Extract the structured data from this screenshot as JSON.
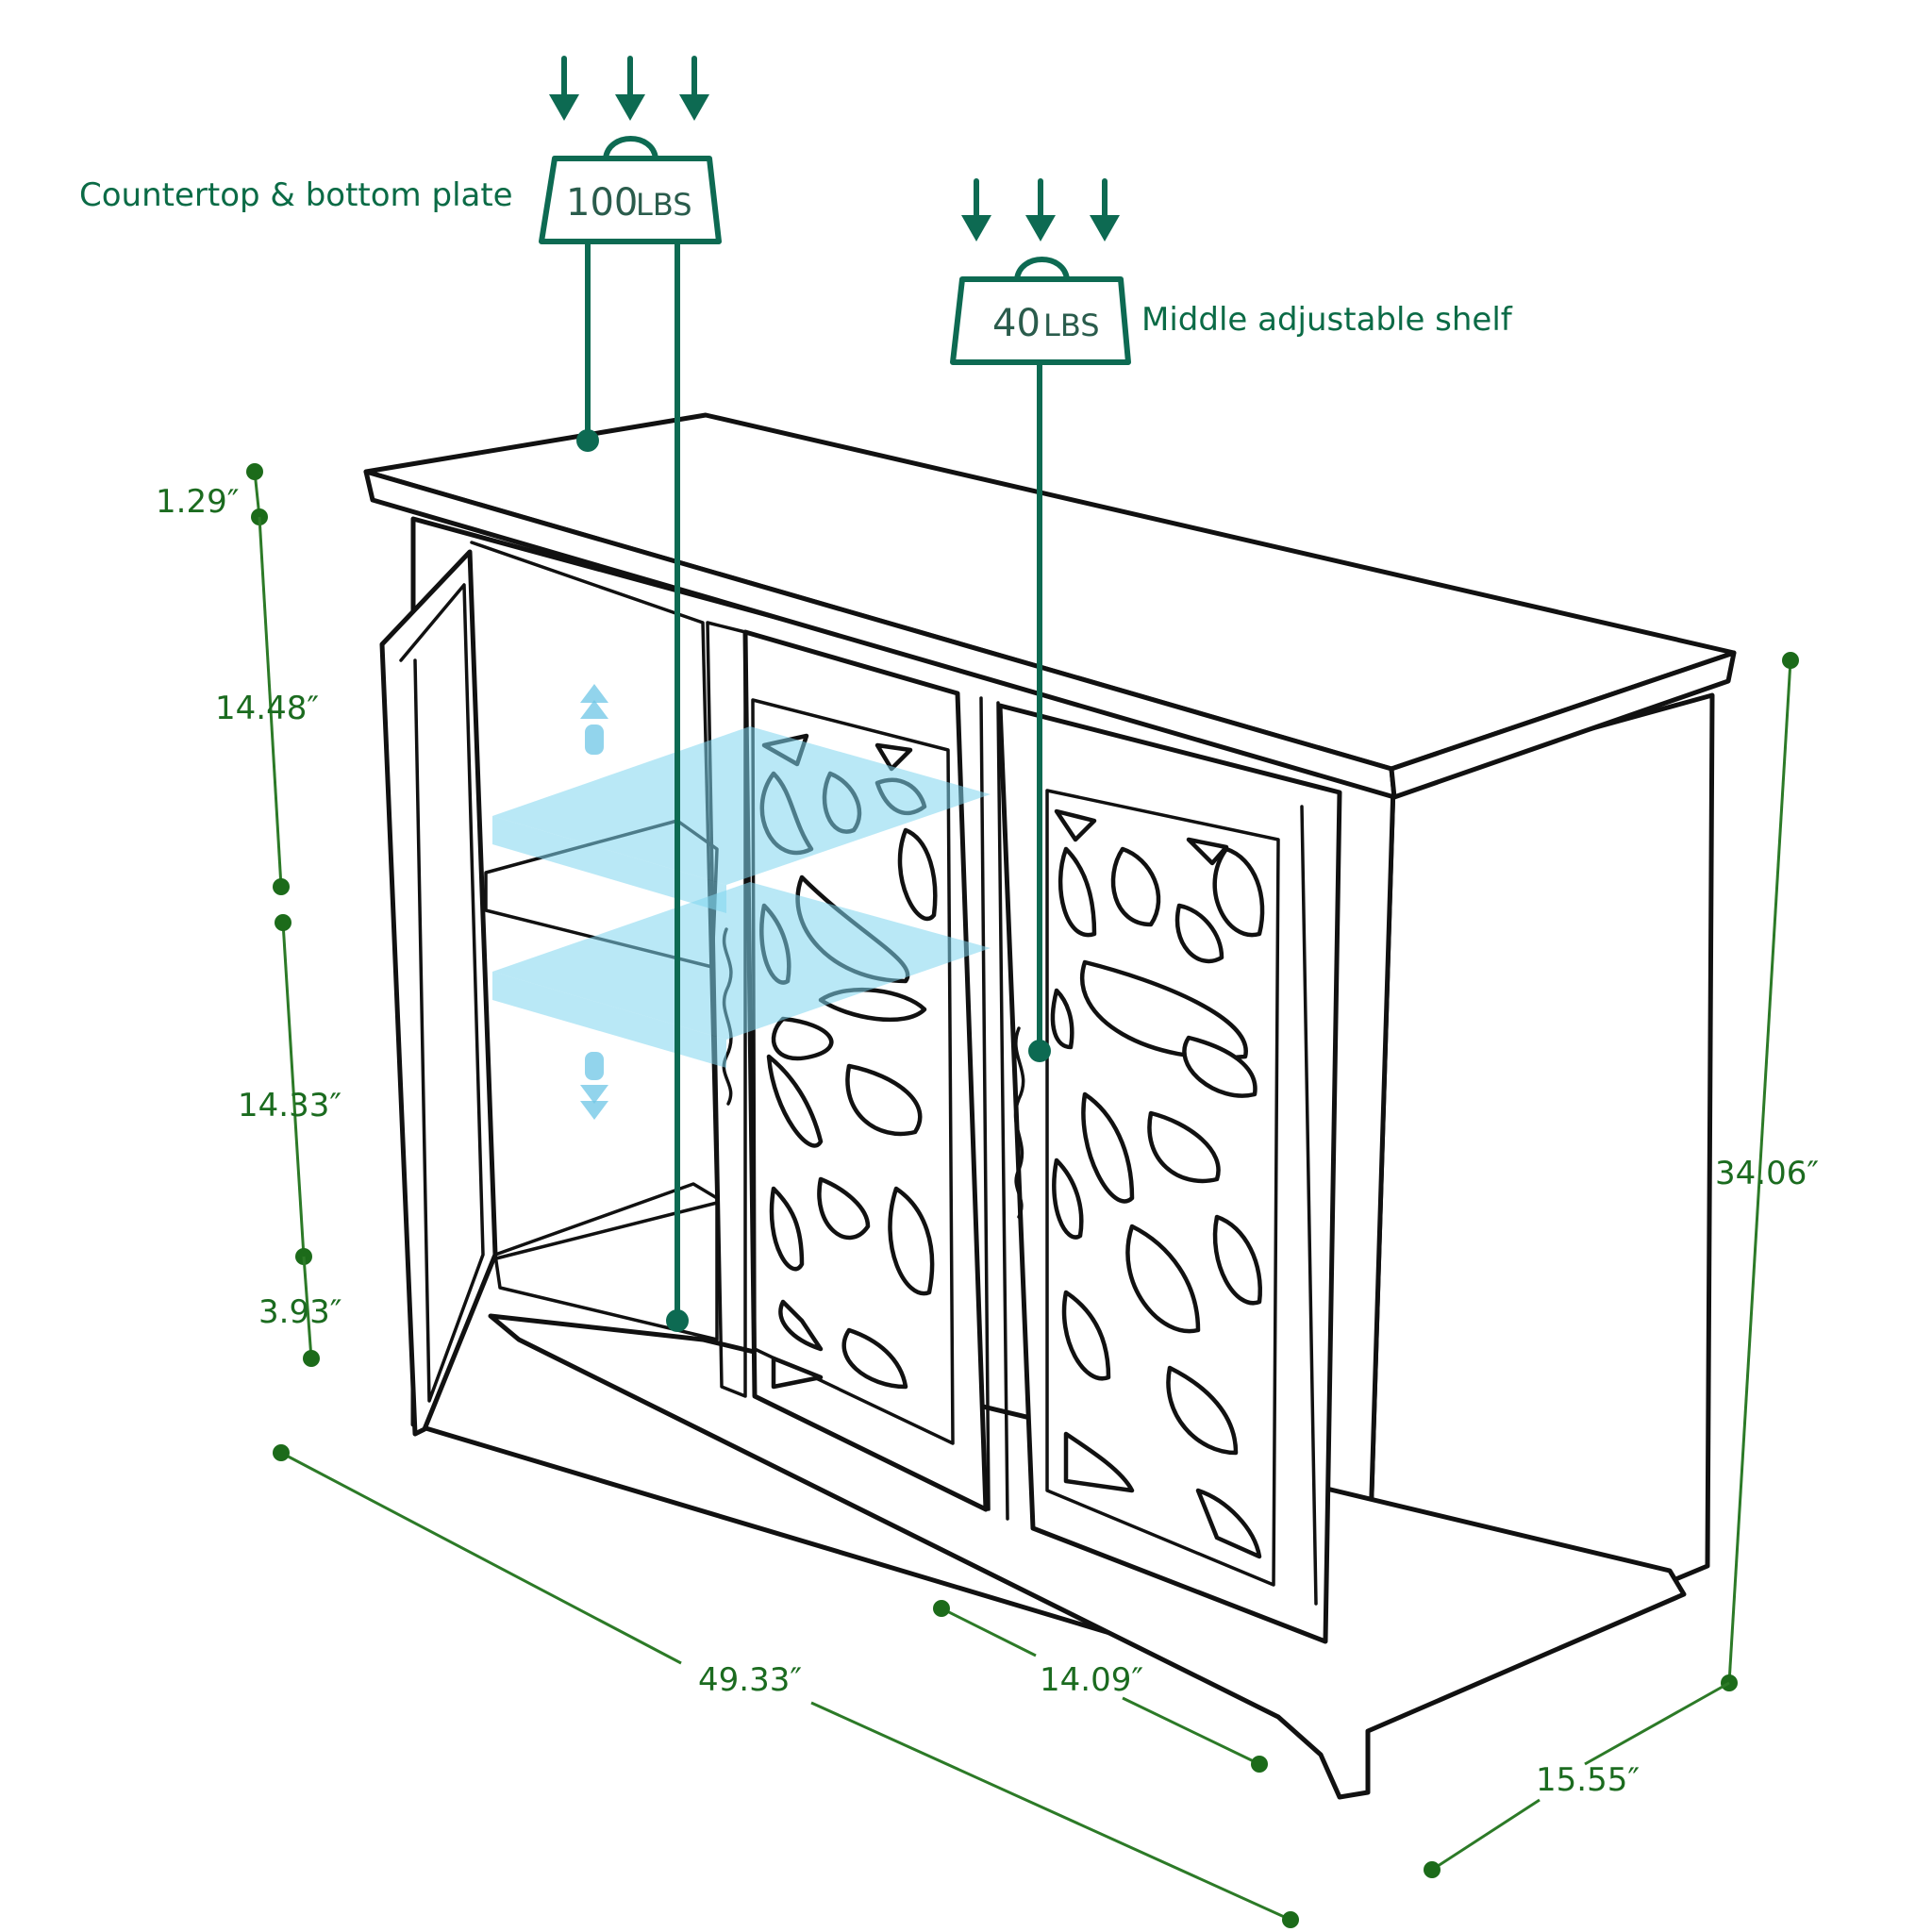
{
  "labels": {
    "countertop": "Countertop & bottom plate",
    "countertop_weight": "100",
    "countertop_unit": "LBS",
    "shelf": "Middle adjustable shelf",
    "shelf_weight": "40",
    "shelf_unit": "LBS"
  },
  "dimensions": {
    "top_thickness": "1.29″",
    "upper_space": "14.48″",
    "lower_space": "14.33″",
    "base_height": "3.93″",
    "total_height": "34.06″",
    "width": "49.33″",
    "door_width": "14.09″",
    "depth": "15.55″"
  },
  "colors": {
    "label_green": "#0b6b46",
    "dimension_green": "#1b6b1f",
    "pointer_teal": "#0d6a52",
    "shelf_highlight": "#7fd6ee",
    "outline": "#111111"
  }
}
